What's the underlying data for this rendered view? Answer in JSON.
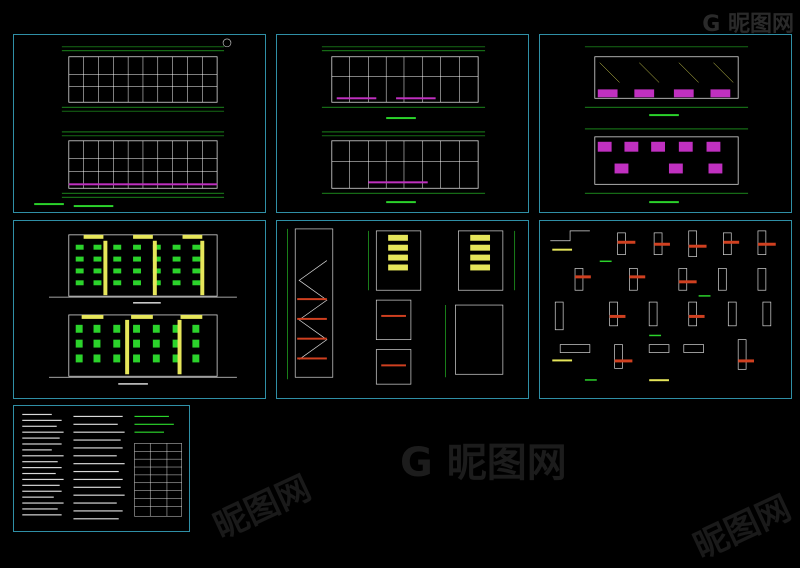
{
  "watermark": {
    "text": "昵图网",
    "logo": "G"
  },
  "sheets": [
    {
      "id": "floor-plans-1"
    },
    {
      "id": "floor-plans-2"
    },
    {
      "id": "roof-plans"
    },
    {
      "id": "elevations"
    },
    {
      "id": "sections"
    },
    {
      "id": "details"
    },
    {
      "id": "design-notes"
    }
  ],
  "colors": {
    "frame": "#2f8fa6",
    "linework": "#d9d9d9",
    "dimensions": "#2bd32b",
    "walls": "#ffffff",
    "accent_magenta": "#c030c0",
    "accent_yellow": "#e6e65a",
    "accent_red": "#d04020"
  }
}
